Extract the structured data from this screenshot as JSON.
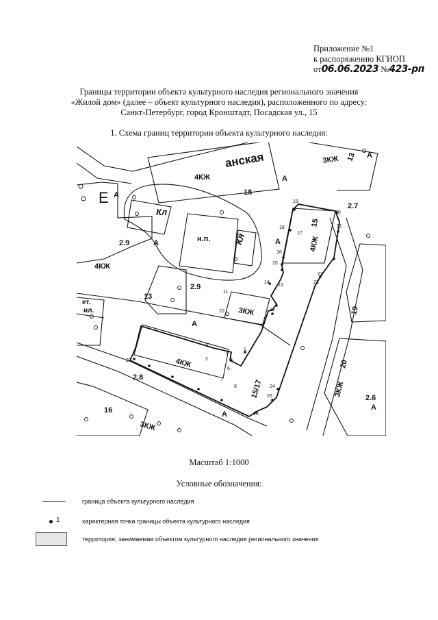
{
  "annex": {
    "line1": "Приложение №1",
    "line2": "к распоряжению КГИОП",
    "prefix": "от",
    "date": "06.06.2023",
    "num_prefix": "№",
    "number": "423-рп"
  },
  "title": {
    "line1": "Границы территории объекта культурного наследия регионального значения",
    "line2": "«Жилой дом» (далее – объект культурного наследия),  расположенного по адресу:",
    "line3": "Санкт-Петербург, город Кронштадт, Посадская ул., 15"
  },
  "schema_heading": "1.   Схема границ территории объекта культурного наследия:",
  "map": {
    "street": "анская",
    "labels": {
      "b18": "4КЖ",
      "n18": "18",
      "b13_top": "3КЖ",
      "n13_top": "13",
      "kl1": "Кл",
      "kl2": "Кл",
      "np": "н.п.",
      "b13": "13",
      "h4": "4КЖ",
      "b15": "4КЖ",
      "n15": "15",
      "b3": "3КЖ",
      "bmain": "4КЖ",
      "n1517": "15/17",
      "n16": "16",
      "b16": "3КЖ",
      "b19": "19",
      "b20": "20",
      "b3e": "3КЖ",
      "etl": "ет.",
      "etl2": "ил.",
      "h29a": "2.9",
      "h29b": "2.9",
      "h28": "2.8",
      "h27": "2.7",
      "h26": "2.6",
      "A": "А",
      "E": "E"
    },
    "points": [
      "1",
      "2",
      "3",
      "4",
      "5",
      "6",
      "7",
      "8",
      "9",
      "10",
      "11",
      "12",
      "13",
      "14",
      "15",
      "16",
      "17",
      "18",
      "19",
      "20",
      "21",
      "22",
      "23",
      "24",
      "25",
      "26",
      "27"
    ]
  },
  "scale": "Масштаб 1:1000",
  "legend": {
    "title": "Условные обозначения:",
    "boundary": "граница объекта культурного наследия",
    "point_num": "1",
    "point": "характерная точка границы объекта культурного наследия",
    "territory": "территория, занимаемая объектом культурного наследия регионального значения"
  }
}
